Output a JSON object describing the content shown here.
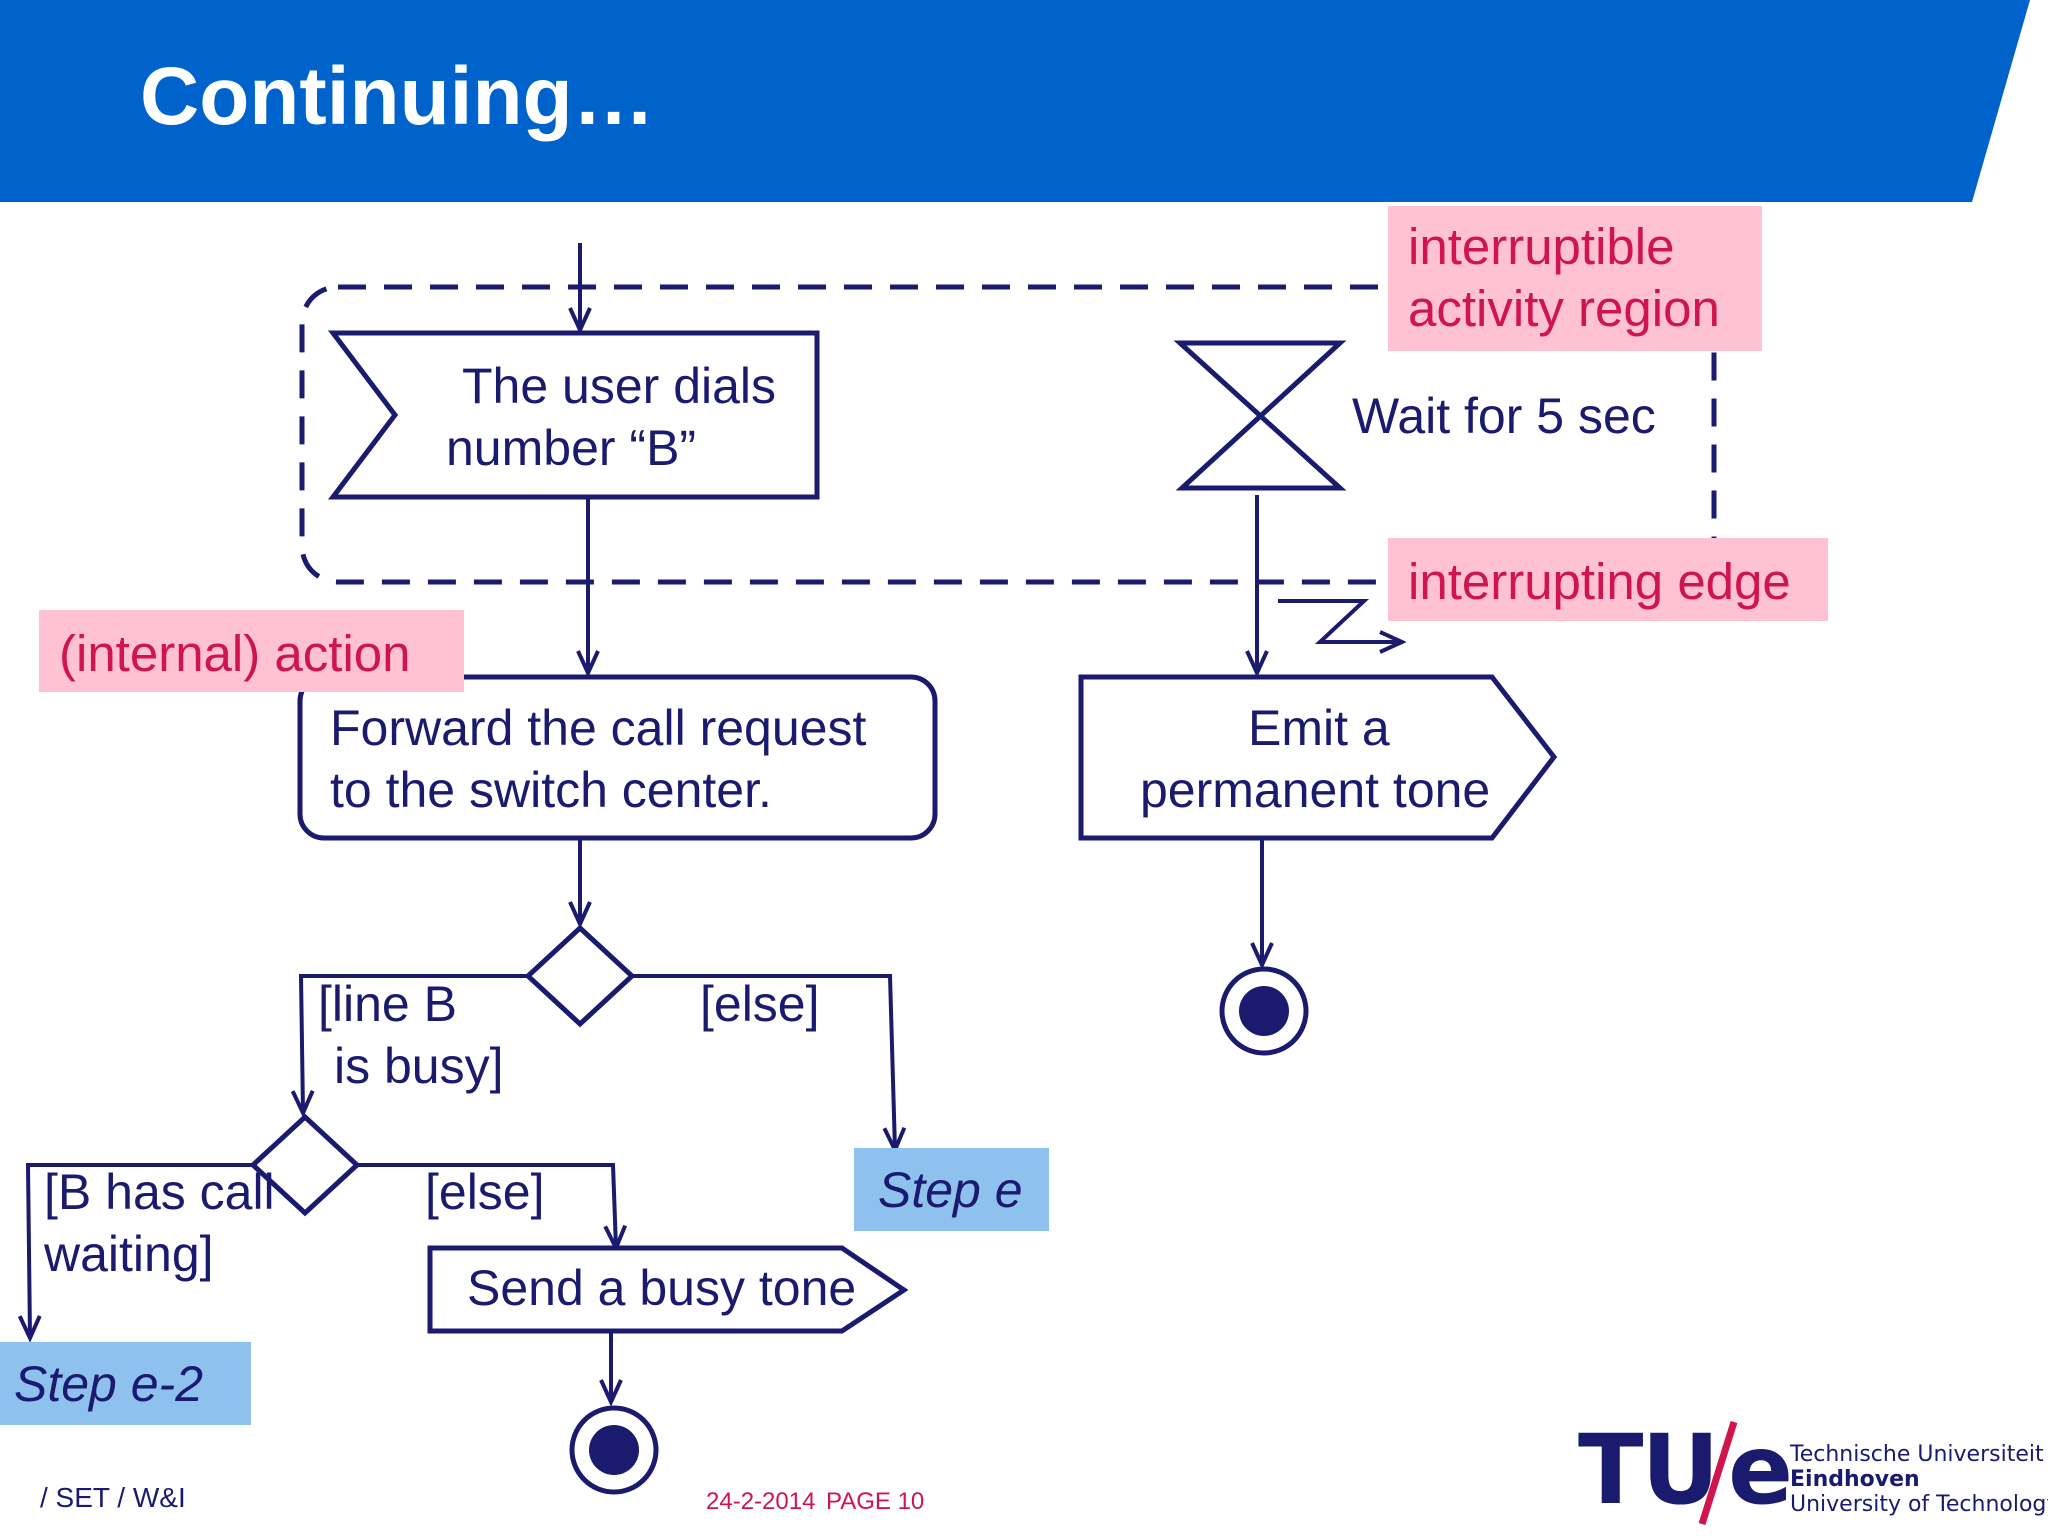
{
  "slide": {
    "title": "Continuing…",
    "colors": {
      "banner": "#0063cc",
      "ink": "#1a1a6e",
      "note_pink": "#ffc2d4",
      "note_pink_text": "#d0144d",
      "note_blue": "#8ec1ee"
    }
  },
  "diagram": {
    "nodes": {
      "accept_signal": [
        "The user dials",
        "number “B”"
      ],
      "wait_time": "Wait for 5 sec",
      "forward_action": [
        "Forward the call request",
        "to the switch center."
      ],
      "emit_signal": [
        "Emit a",
        "permanent tone"
      ],
      "busy_signal": "Send a busy tone"
    },
    "guards": {
      "line_busy": [
        "[line B",
        "is busy]"
      ],
      "else_top": "[else]",
      "call_waiting": [
        "[B has call",
        "waiting]"
      ],
      "else_bottom": "[else]"
    },
    "annotations": {
      "interruptible_region": [
        "interruptible",
        "activity region"
      ],
      "interrupting_edge": "interrupting edge",
      "internal_action": "(internal) action"
    },
    "steps": {
      "step_e": "Step e",
      "step_e2": "Step e-2"
    }
  },
  "footer": {
    "left": "/ SET / W&I",
    "date": "24-2-2014",
    "page": "PAGE 10"
  },
  "logo": {
    "mark_tu": "TU",
    "mark_e": "e",
    "line1": "Technische Universiteit",
    "line2": "Eindhoven",
    "line3": "University of Technology"
  }
}
